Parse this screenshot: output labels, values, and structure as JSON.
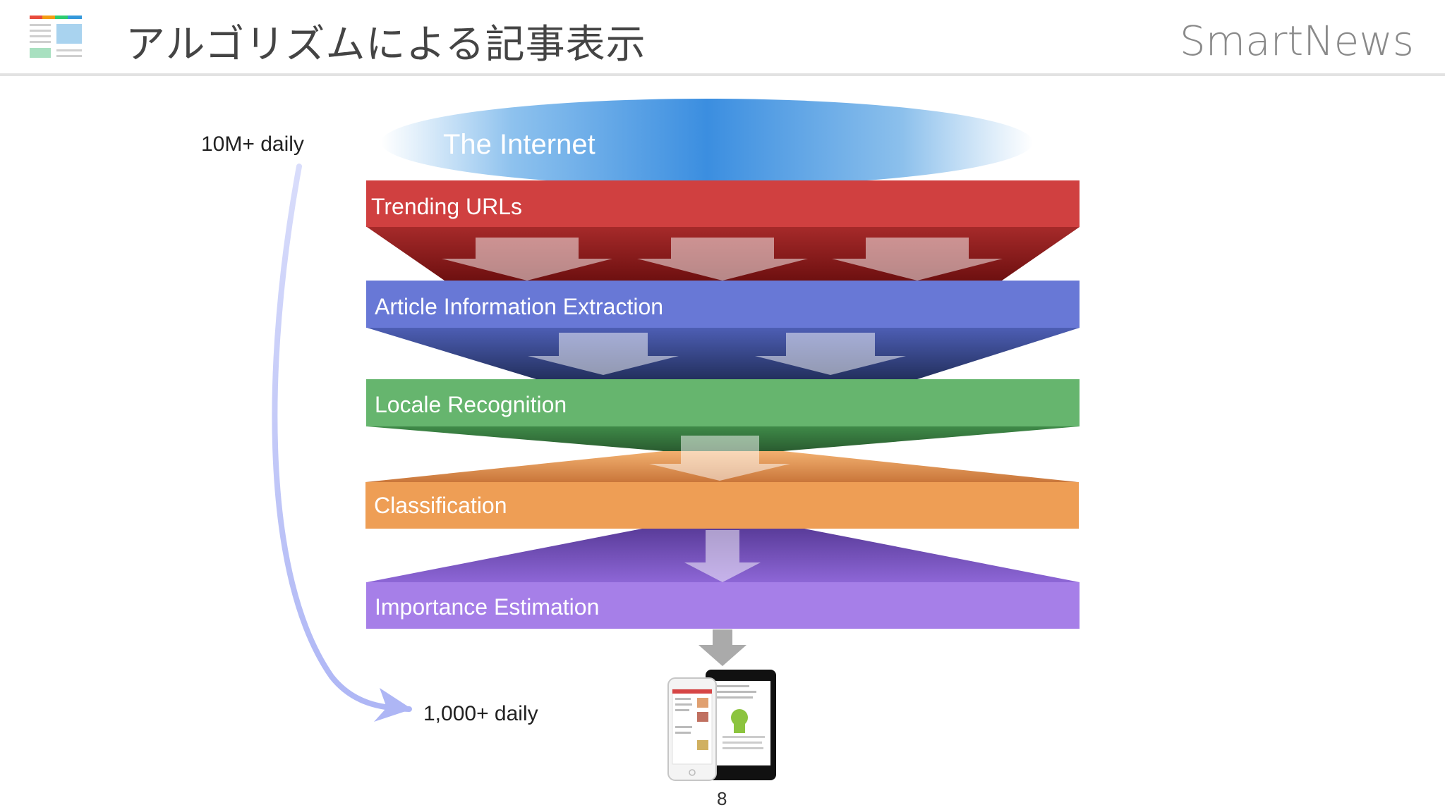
{
  "header": {
    "title": "アルゴリズムによる記事表示",
    "brand": "SmartNews"
  },
  "diagram": {
    "source": "The Internet",
    "layers": [
      {
        "label": "Trending URLs",
        "color": "#d04040"
      },
      {
        "label": "Article Information Extraction",
        "color": "#6878d6"
      },
      {
        "label": "Locale Recognition",
        "color": "#66b56e"
      },
      {
        "label": "Classification",
        "color": "#ee9e55"
      },
      {
        "label": "Importance Estimation",
        "color": "#a67fe8"
      }
    ],
    "input_volume": "10M+ daily",
    "output_volume": "1,000+ daily"
  },
  "page_number": "8",
  "icons": [
    "smartnews-logo-icon",
    "smartphone-tablet-icon",
    "curved-arrow-icon"
  ]
}
